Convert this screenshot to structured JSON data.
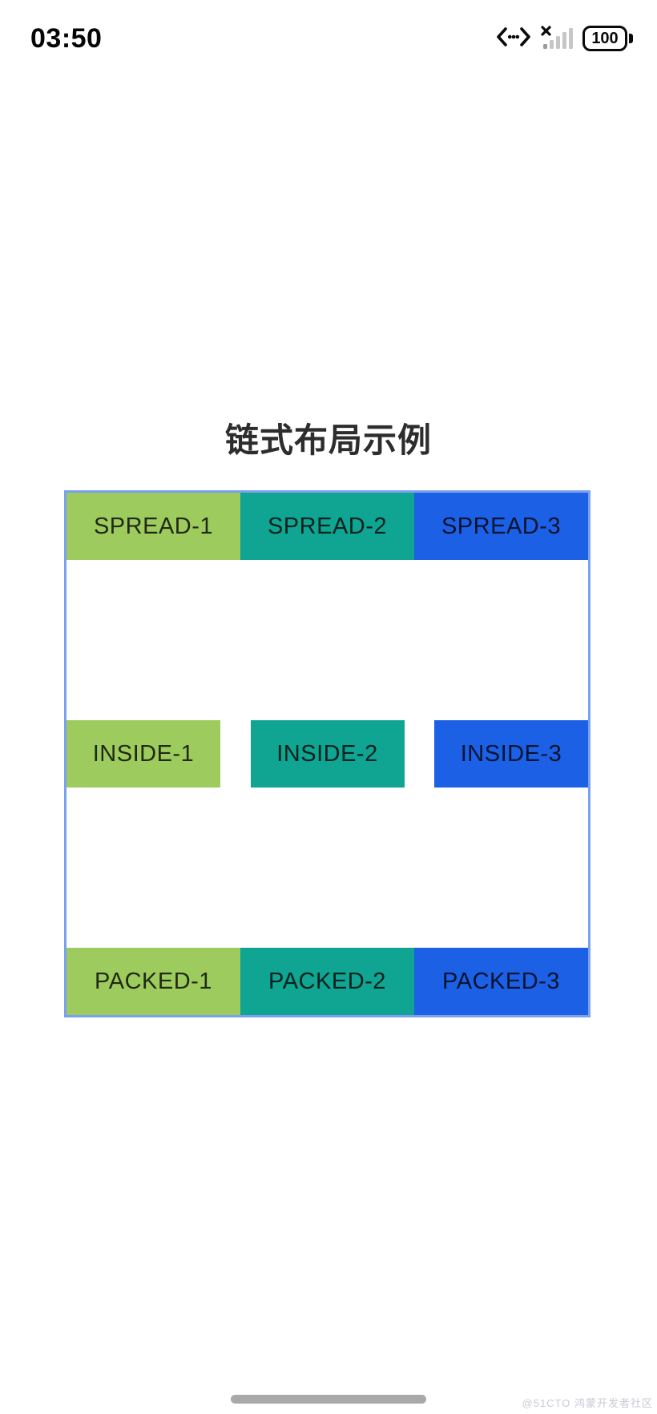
{
  "status_bar": {
    "time": "03:50",
    "battery_level": "100",
    "icons": [
      "dev-mode-icon",
      "no-sim-signal-icon",
      "battery-icon"
    ]
  },
  "title": "链式布局示例",
  "chain": {
    "border_color": "#7aa0f0",
    "rows": [
      {
        "id": "spread",
        "items": [
          {
            "label": "SPREAD-1",
            "color": "#9ecb5e"
          },
          {
            "label": "SPREAD-2",
            "color": "#10a492"
          },
          {
            "label": "SPREAD-3",
            "color": "#1c60e6"
          }
        ]
      },
      {
        "id": "inside",
        "items": [
          {
            "label": "INSIDE-1",
            "color": "#9ecb5e"
          },
          {
            "label": "INSIDE-2",
            "color": "#10a492"
          },
          {
            "label": "INSIDE-3",
            "color": "#1c60e6"
          }
        ]
      },
      {
        "id": "packed",
        "items": [
          {
            "label": "PACKED-1",
            "color": "#9ecb5e"
          },
          {
            "label": "PACKED-2",
            "color": "#10a492"
          },
          {
            "label": "PACKED-3",
            "color": "#1c60e6"
          }
        ]
      }
    ]
  },
  "watermark": "@51CTO 鸿蒙开发者社区",
  "colors": {
    "home_indicator": "#a9a9a9",
    "title_text": "#2d2d2d",
    "watermark_text": "#c9c9d8"
  }
}
